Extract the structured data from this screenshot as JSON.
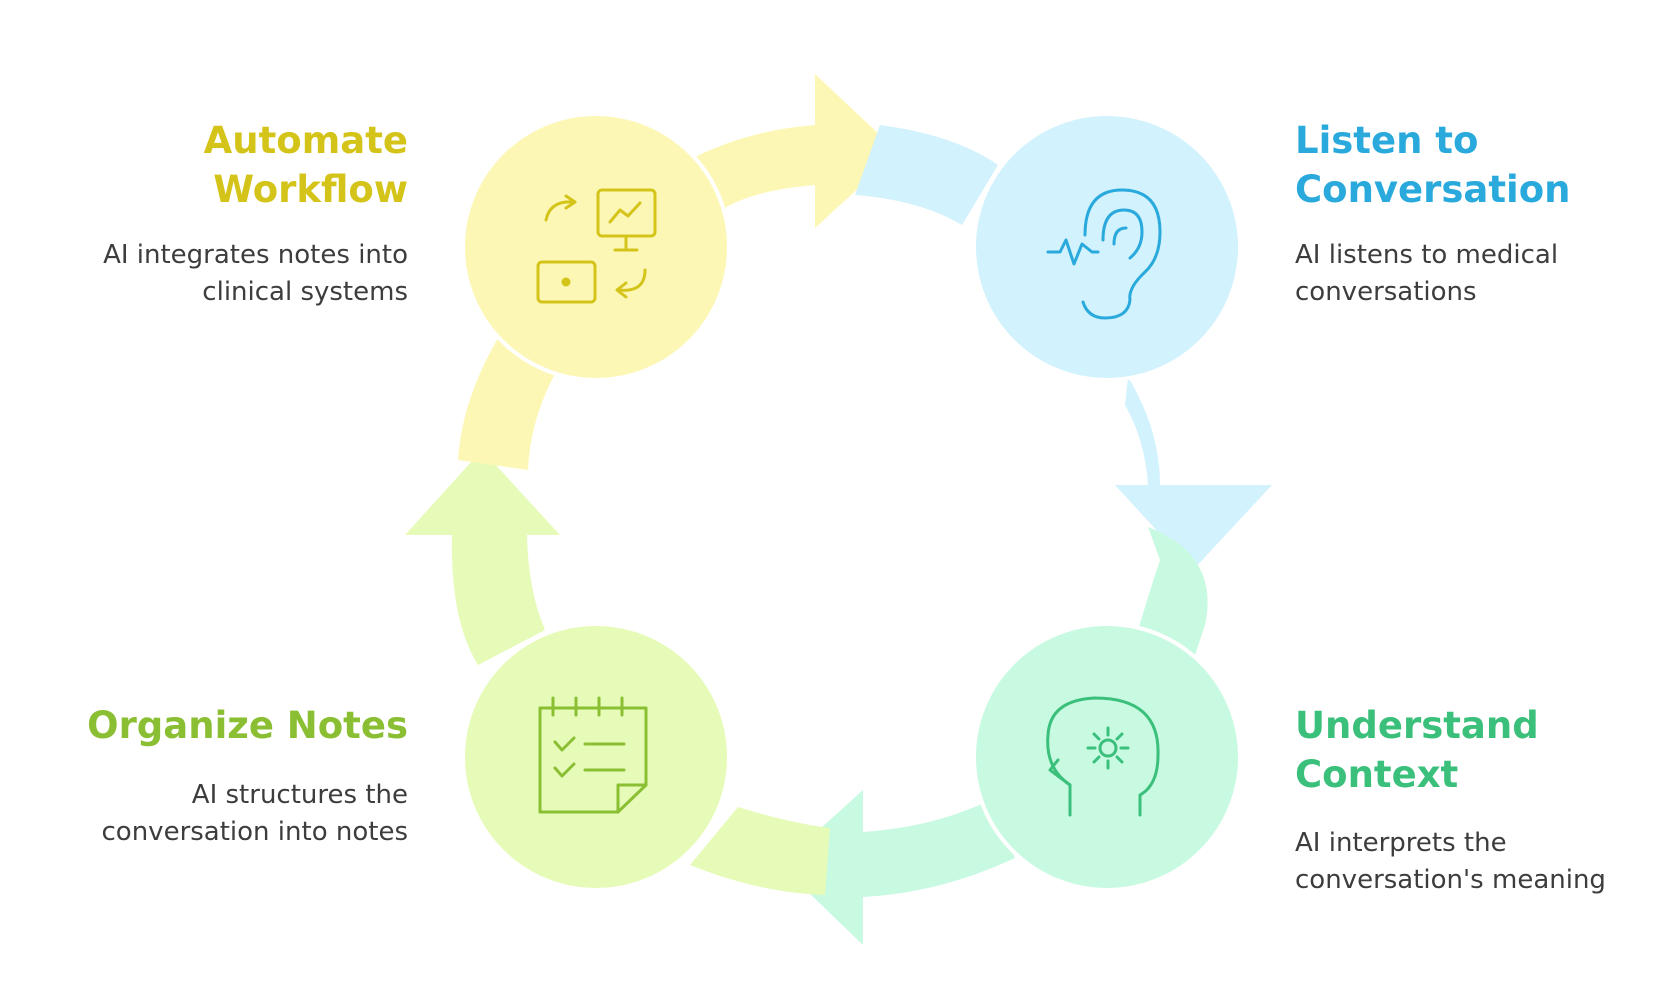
{
  "colors": {
    "yellow": "#d4c419",
    "blue": "#29a9dc",
    "green": "#3ac07a",
    "lime": "#8bbf33",
    "yellow_fill": "#fdf7b6",
    "blue_fill": "#d2f2fd",
    "green_fill": "#c8fae2",
    "lime_fill": "#e6fbb7",
    "text": "#3d3d3d"
  },
  "steps": [
    {
      "id": "automate",
      "title_lines": [
        "Automate",
        "Workflow"
      ],
      "desc_lines": [
        "AI integrates notes into",
        "clinical systems"
      ],
      "icon": "workflow-icon"
    },
    {
      "id": "listen",
      "title_lines": [
        "Listen to",
        "Conversation"
      ],
      "desc_lines": [
        "AI listens to medical",
        "conversations"
      ],
      "icon": "ear-icon"
    },
    {
      "id": "understand",
      "title_lines": [
        "Understand",
        "Context"
      ],
      "desc_lines": [
        "AI interprets the",
        "conversation's meaning"
      ],
      "icon": "head-gear-icon"
    },
    {
      "id": "organize",
      "title_lines": [
        "Organize Notes"
      ],
      "desc_lines": [
        "AI structures the",
        "conversation into notes"
      ],
      "icon": "calendar-checklist-icon"
    }
  ]
}
